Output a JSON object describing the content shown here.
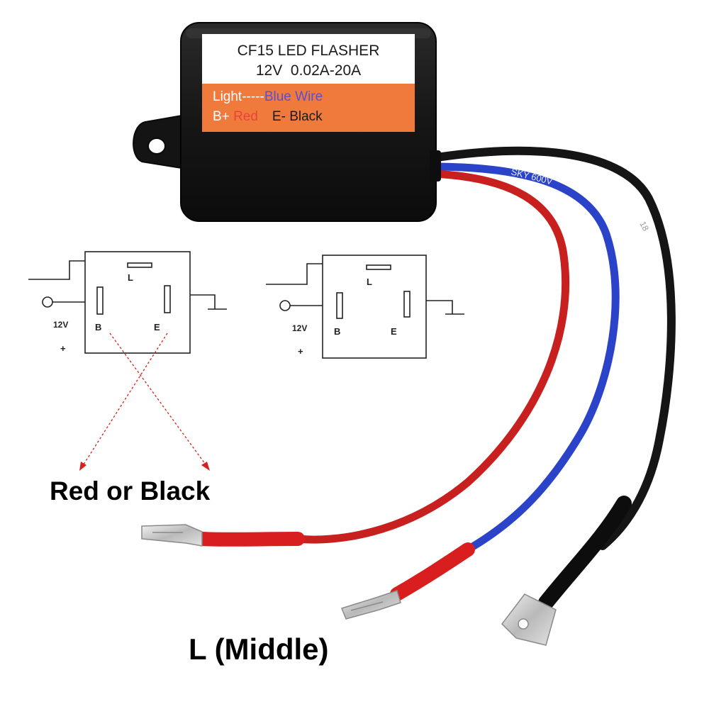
{
  "device": {
    "label_line1": "CF15 LED FLASHER",
    "label_line2": "12V  0.02A-20A",
    "wire_light": "Light-----",
    "wire_light_color": "Blue Wire",
    "wire_bplus": "B+ ",
    "wire_bplus_color": "Red",
    "wire_eminus": "E- Black"
  },
  "wire_print": {
    "blue": "SKY 600V",
    "black": "18"
  },
  "diagram_left": {
    "pin_l": "L",
    "pin_b": "B",
    "pin_e": "E",
    "voltage": "12V",
    "polarity": "+"
  },
  "diagram_right": {
    "pin_l": "L",
    "pin_b": "B",
    "pin_e": "E",
    "voltage": "12V",
    "polarity": "+"
  },
  "captions": {
    "red_or_black": "Red or Black",
    "l_middle": "L (Middle)"
  },
  "colors": {
    "housing": "#1c1c1c",
    "label_white": "#ffffff",
    "label_orange": "#f07a3c",
    "text_blue": "#5b4fd0",
    "text_red": "#e8443a",
    "wire_red": "#c81f1f",
    "wire_blue": "#2a43c8",
    "wire_black": "#151515",
    "arrow_red": "#d62020"
  }
}
